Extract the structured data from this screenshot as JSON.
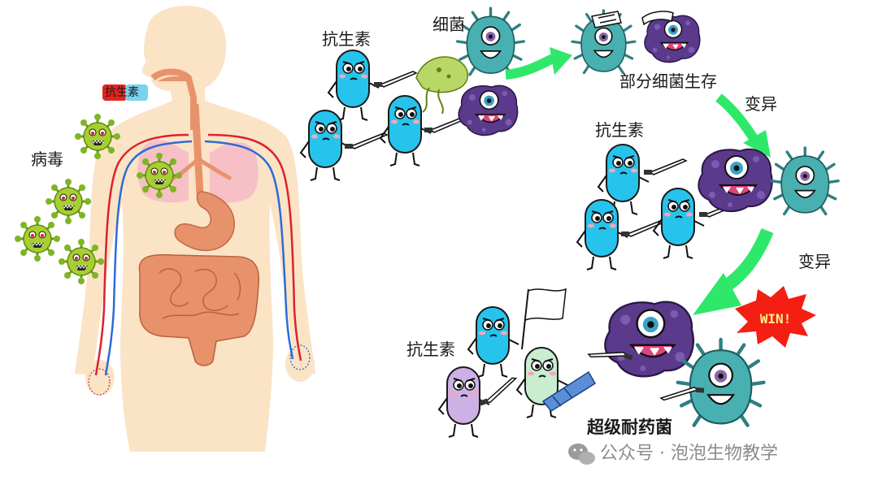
{
  "labels": {
    "antibiotic_pill": "抗生素",
    "virus": "病毒",
    "antibiotic_1": "抗生素",
    "bacteria": "细菌",
    "partial_survive": "部分细菌生存",
    "mutation_1": "变异",
    "antibiotic_2": "抗生素",
    "mutation_2": "变异",
    "antibiotic_3": "抗生素",
    "superbug": "超级耐药菌"
  },
  "win_badge": "WIN!",
  "watermark": "公众号 · 泡泡生物教学",
  "colors": {
    "skin": "#fbe3c5",
    "organ": "#e8926c",
    "lung": "#f7c0c7",
    "artery": "#d9232e",
    "vein": "#2c6bd6",
    "virus_green": "#a7cf2f",
    "antibiotic_blue": "#26c4ec",
    "antibiotic_purple": "#cdb1e6",
    "antibiotic_mint": "#c9edcf",
    "bacteria_teal": "#49b0b2",
    "bacteria_purple": "#5b3a8c",
    "arrow_green": "#2ee86a",
    "win_red": "#f41e12"
  },
  "icons": [
    "human-body-icon",
    "virus-icon",
    "antibiotic-character-icon",
    "bacteria-teal-icon",
    "bacteria-purple-icon",
    "arrow-icon",
    "win-burst-icon",
    "wechat-icon"
  ]
}
